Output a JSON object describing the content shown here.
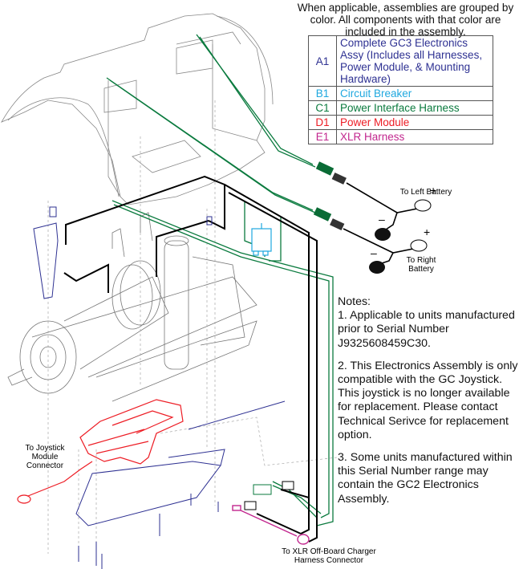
{
  "intro_text": "When applicable, assemblies are grouped by color. All components with that color are included in the assembly.",
  "legend": [
    {
      "code": "A1",
      "description": "Complete GC3 Electronics Assy (Includes all Harnesses, Power Module, & Mounting Hardware)",
      "color": "#2e3192"
    },
    {
      "code": "B1",
      "description": "Circuit Breaker",
      "color": "#1fa8df"
    },
    {
      "code": "C1",
      "description": "Power Interface Harness",
      "color": "#0a7a3e"
    },
    {
      "code": "D1",
      "description": "Power Module",
      "color": "#ed1c24"
    },
    {
      "code": "E1",
      "description": "XLR Harness",
      "color": "#c2268e"
    }
  ],
  "notes": {
    "heading": "Notes:",
    "items": [
      "1. Applicable to units manufactured prior to Serial Number J9325608459C30.",
      "2. This Electronics Assembly is only compatible with the GC Joystick. This joystick is no longer available for replacement. Please contact Technical Serivce for replacement option.",
      "3. Some units manufactured within this Serial Number range may contain the GC2 Electronics Assembly."
    ]
  },
  "callouts": {
    "left_battery": "To Left Battery",
    "right_battery": "To Right Battery",
    "joystick": "To Joystick Module Connector",
    "xlr": "To XLR Off-Board Charger Harness Connector",
    "plus": "+",
    "minus": "–"
  }
}
